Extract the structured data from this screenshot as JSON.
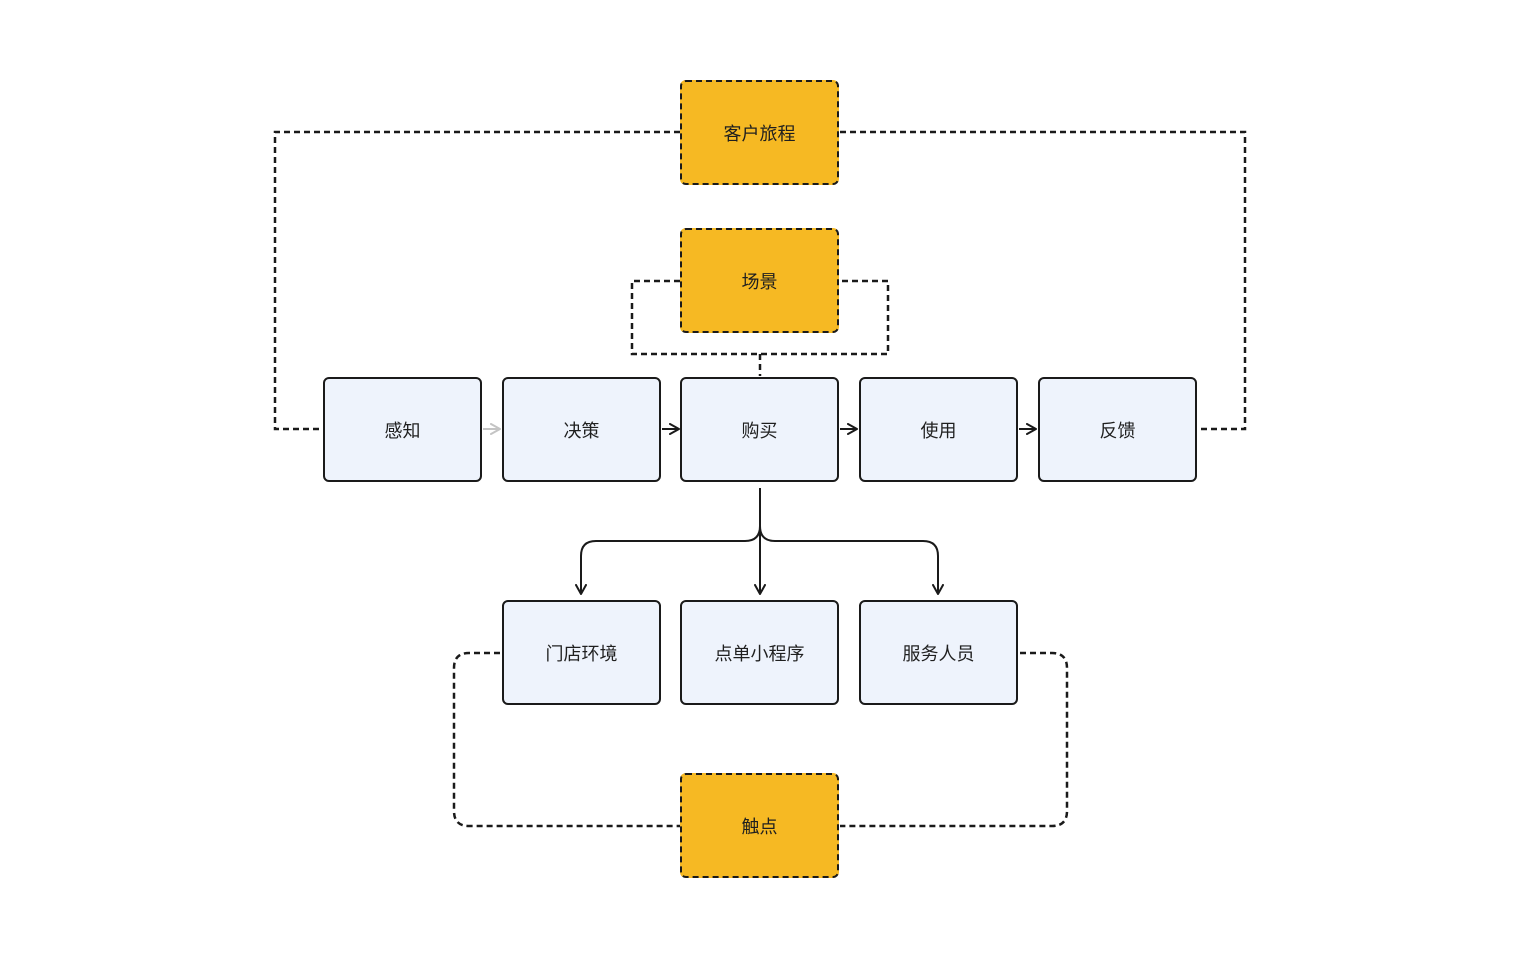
{
  "categories": {
    "journey": "客户旅程",
    "scene": "场景",
    "touchpoint": "触点"
  },
  "journey_steps": [
    "感知",
    "决策",
    "购买",
    "使用",
    "反馈"
  ],
  "touchpoints": [
    "门店环境",
    "点单小程序",
    "服务人员"
  ],
  "colors": {
    "category_fill": "#f6b923",
    "step_fill": "#eef3fc",
    "stroke": "#1a1a1a",
    "faded_arrow": "#c4c4c4"
  }
}
